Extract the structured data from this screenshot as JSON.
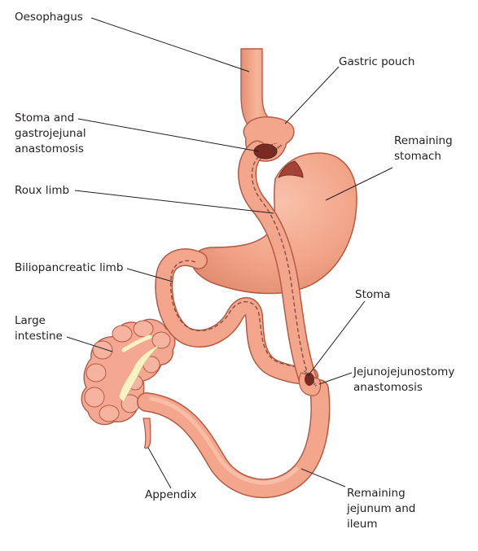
{
  "labels": {
    "oesophagus": "Oesophagus",
    "gastric_pouch": "Gastric pouch",
    "stoma_gastrojejunal": "Stoma and\ngastrojejunal\nanastomosis",
    "remaining_stomach": "Remaining\nstomach",
    "roux_limb": "Roux limb",
    "biliopancreatic_limb": "Biliopancreatic limb",
    "stoma": "Stoma",
    "large_intestine": "Large\nintestine",
    "jejunojejunostomy": "Jejunojejunostomy\nanastomosis",
    "appendix": "Appendix",
    "remaining_jejunum": "Remaining\njejunum and\nileum"
  },
  "colors": {
    "tissue": "#f3a68c",
    "tissue_edge": "#b35b45",
    "tissue_shadow": "#d9836a",
    "colon_fat": "#fbf1c6",
    "stoma_dark": "#7a2a22",
    "staple": "#4a3a36"
  }
}
